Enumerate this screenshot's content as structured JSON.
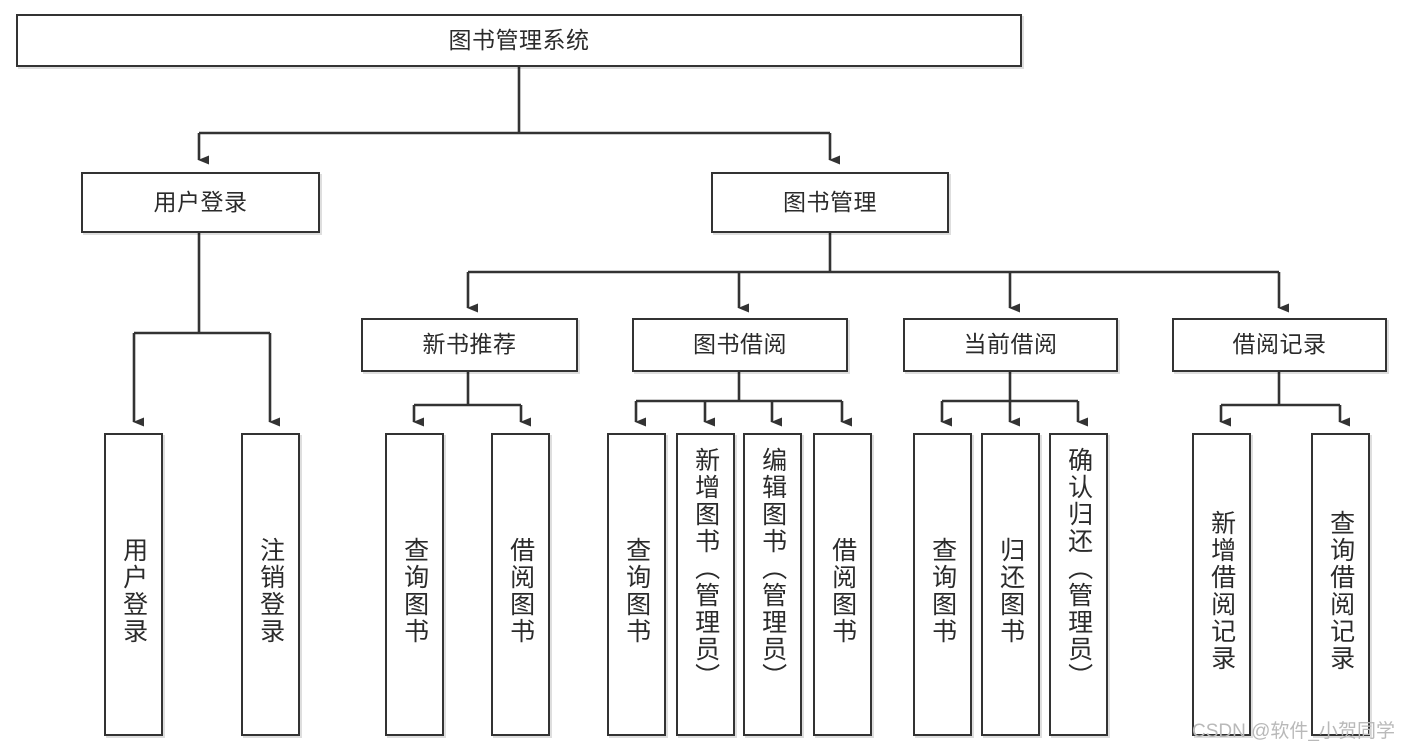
{
  "diagram": {
    "title": "图书管理系统",
    "type": "tree-hierarchy",
    "root": {
      "id": "root",
      "label": "图书管理系统"
    },
    "level2": [
      {
        "id": "user-login",
        "label": "用户登录"
      },
      {
        "id": "book-manage",
        "label": "图书管理"
      }
    ],
    "level3": [
      {
        "id": "new-book-rec",
        "label": "新书推荐"
      },
      {
        "id": "book-borrow",
        "label": "图书借阅"
      },
      {
        "id": "current-borrow",
        "label": "当前借阅"
      },
      {
        "id": "borrow-record",
        "label": "借阅记录"
      }
    ],
    "leaves": {
      "user_login": [
        {
          "id": "leaf-user-login",
          "label": "用户登录"
        },
        {
          "id": "leaf-logout",
          "label": "注销登录"
        }
      ],
      "new_book_rec": [
        {
          "id": "leaf-query-book-1",
          "label": "查询图书"
        },
        {
          "id": "leaf-borrow-book-1",
          "label": "借阅图书"
        }
      ],
      "book_borrow": [
        {
          "id": "leaf-query-book-2",
          "label": "查询图书"
        },
        {
          "id": "leaf-add-book",
          "label": "新增图书（管理员）"
        },
        {
          "id": "leaf-edit-book",
          "label": "编辑图书（管理员）"
        },
        {
          "id": "leaf-borrow-book-2",
          "label": "借阅图书"
        }
      ],
      "current_borrow": [
        {
          "id": "leaf-query-book-3",
          "label": "查询图书"
        },
        {
          "id": "leaf-return-book",
          "label": "归还图书"
        },
        {
          "id": "leaf-confirm-return",
          "label": "确认归还（管理员）"
        }
      ],
      "borrow_record": [
        {
          "id": "leaf-add-record",
          "label": "新增借阅记录"
        },
        {
          "id": "leaf-query-record",
          "label": "查询借阅记录"
        }
      ]
    }
  },
  "watermark": {
    "text": "CSDN @软件_小贺同学"
  },
  "colors": {
    "stroke": "#333333",
    "text": "#2b2b2b",
    "background": "#ffffff",
    "watermark": "#b9b9b9"
  }
}
